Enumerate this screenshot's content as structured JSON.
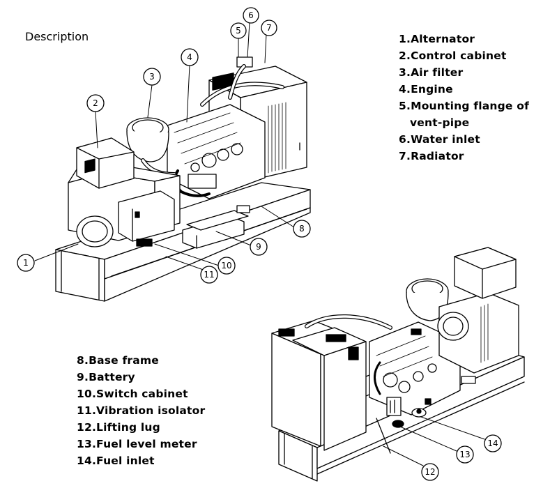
{
  "title": "Description",
  "legend_top": [
    {
      "text": "1.Alternator"
    },
    {
      "text": "2.Control cabinet"
    },
    {
      "text": "3.Air filter"
    },
    {
      "text": "4.Engine"
    },
    {
      "text": "5.Mounting flange of"
    },
    {
      "text": "vent-pipe",
      "continuation": true
    },
    {
      "text": "6.Water inlet"
    },
    {
      "text": "7.Radiator"
    }
  ],
  "legend_bottom": [
    {
      "text": "8.Base frame"
    },
    {
      "text": "9.Battery"
    },
    {
      "text": "10.Switch cabinet"
    },
    {
      "text": "11.Vibration isolator"
    },
    {
      "text": "12.Lifting lug"
    },
    {
      "text": "13.Fuel level meter"
    },
    {
      "text": "14.Fuel inlet"
    }
  ],
  "callouts": {
    "c1": "1",
    "c2": "2",
    "c3": "3",
    "c4": "4",
    "c5": "5",
    "c6": "6",
    "c7": "7",
    "c8": "8",
    "c9": "9",
    "c10": "10",
    "c11": "11",
    "c12": "12",
    "c13": "13",
    "c14": "14"
  }
}
